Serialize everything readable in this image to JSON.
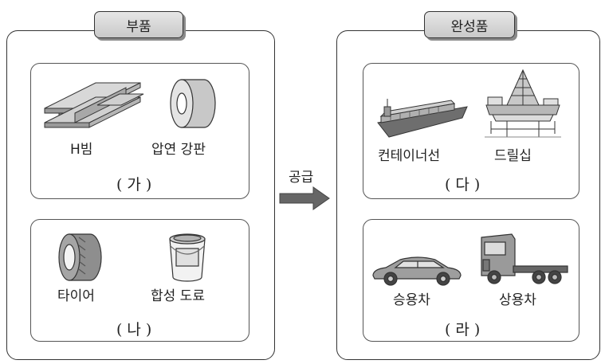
{
  "left_panel": {
    "title": "부품",
    "groups": [
      {
        "items": [
          "H빔",
          "압연 강판"
        ],
        "marker": "(가)"
      },
      {
        "items": [
          "타이어",
          "합성 도료"
        ],
        "marker": "(나)"
      }
    ]
  },
  "arrow": {
    "label": "공급"
  },
  "right_panel": {
    "title": "완성품",
    "groups": [
      {
        "items": [
          "컨테이너선",
          "드릴십"
        ],
        "marker": "(다)"
      },
      {
        "items": [
          "승용차",
          "상용차"
        ],
        "marker": "(라)"
      }
    ]
  }
}
